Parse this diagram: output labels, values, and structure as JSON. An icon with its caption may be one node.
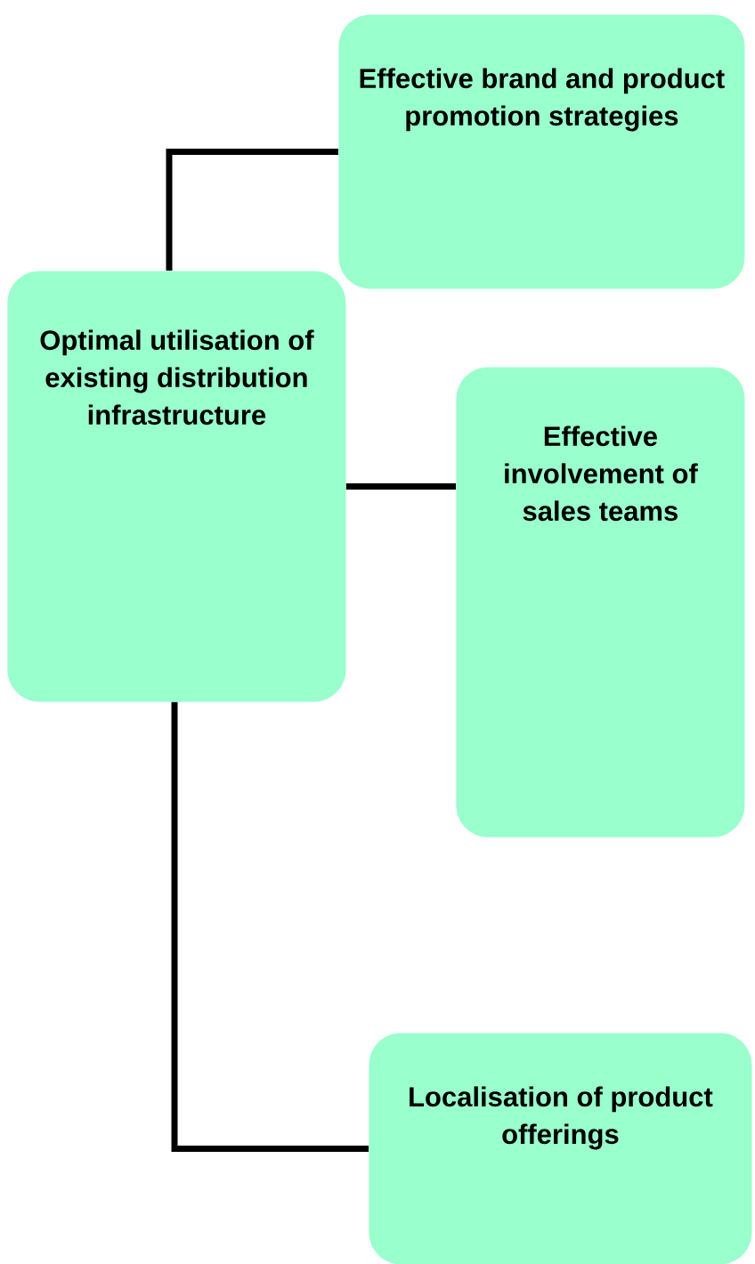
{
  "diagram": {
    "nodes": [
      {
        "text": [
          "Effective brand and product promotion strategies"
        ]
      },
      {
        "text": [
          "Optimal utilisation of existing distribution infrastructure"
        ]
      },
      {
        "text": [
          "Effective involvement of sales teams"
        ]
      },
      {
        "text": [
          "Localisation of product offerings"
        ]
      }
    ],
    "edges": [
      {
        "from": 1,
        "to": 0,
        "arrow": "none"
      },
      {
        "from": 1,
        "to": 2,
        "arrow": "none"
      },
      {
        "from": 1,
        "to": 3,
        "arrow": "none"
      }
    ]
  }
}
